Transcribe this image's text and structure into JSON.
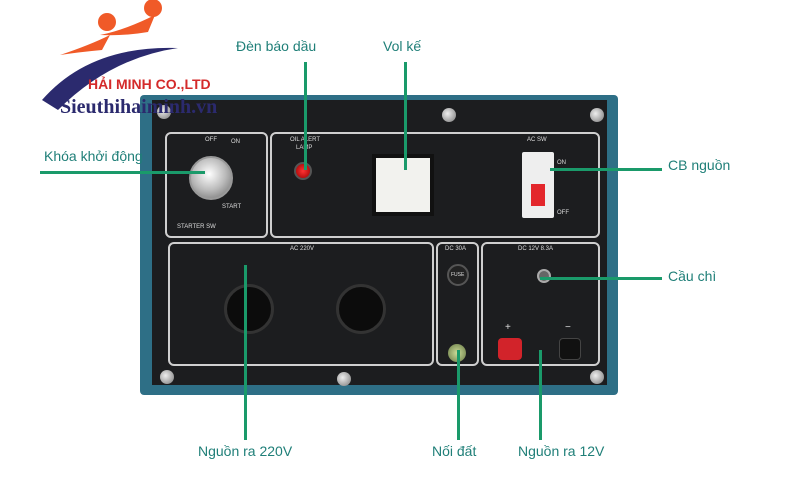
{
  "logo": {
    "company": "HẢI MINH CO.,LTD",
    "website": "Sieuthihaiminh.vn",
    "colors": {
      "figures": "#f05a28",
      "swoosh": "#2b2a6e",
      "text": "#d42a2a"
    }
  },
  "labels": {
    "oil_lamp": "Đèn báo dầu",
    "voltmeter": "Vol kế",
    "starter_key": "Khóa khởi động",
    "breaker": "CB nguồn",
    "fuse": "Cầu chì",
    "out_220": "Nguồn ra 220V",
    "ground": "Nối đất",
    "out_12": "Nguồn ra 12V"
  },
  "panel": {
    "off": "OFF",
    "on": "ON",
    "start": "START",
    "starter_sw": "STARTER SW",
    "oil_alert": "OIL ALERT",
    "lamp": "LAMP",
    "ac_sw": "AC SW",
    "cb_on": "ON",
    "cb_off": "OFF",
    "ac_220": "AC 220V",
    "dc_30": "DC 30A",
    "dc_12": "DC 12V 8.3A",
    "fuse": "FUSE",
    "plus": "+",
    "minus": "−"
  },
  "colors": {
    "label": "#1f7f78",
    "leader_line": "#1a9a6a",
    "panel": "#1c1d1f",
    "frame": "#2e6f86"
  }
}
